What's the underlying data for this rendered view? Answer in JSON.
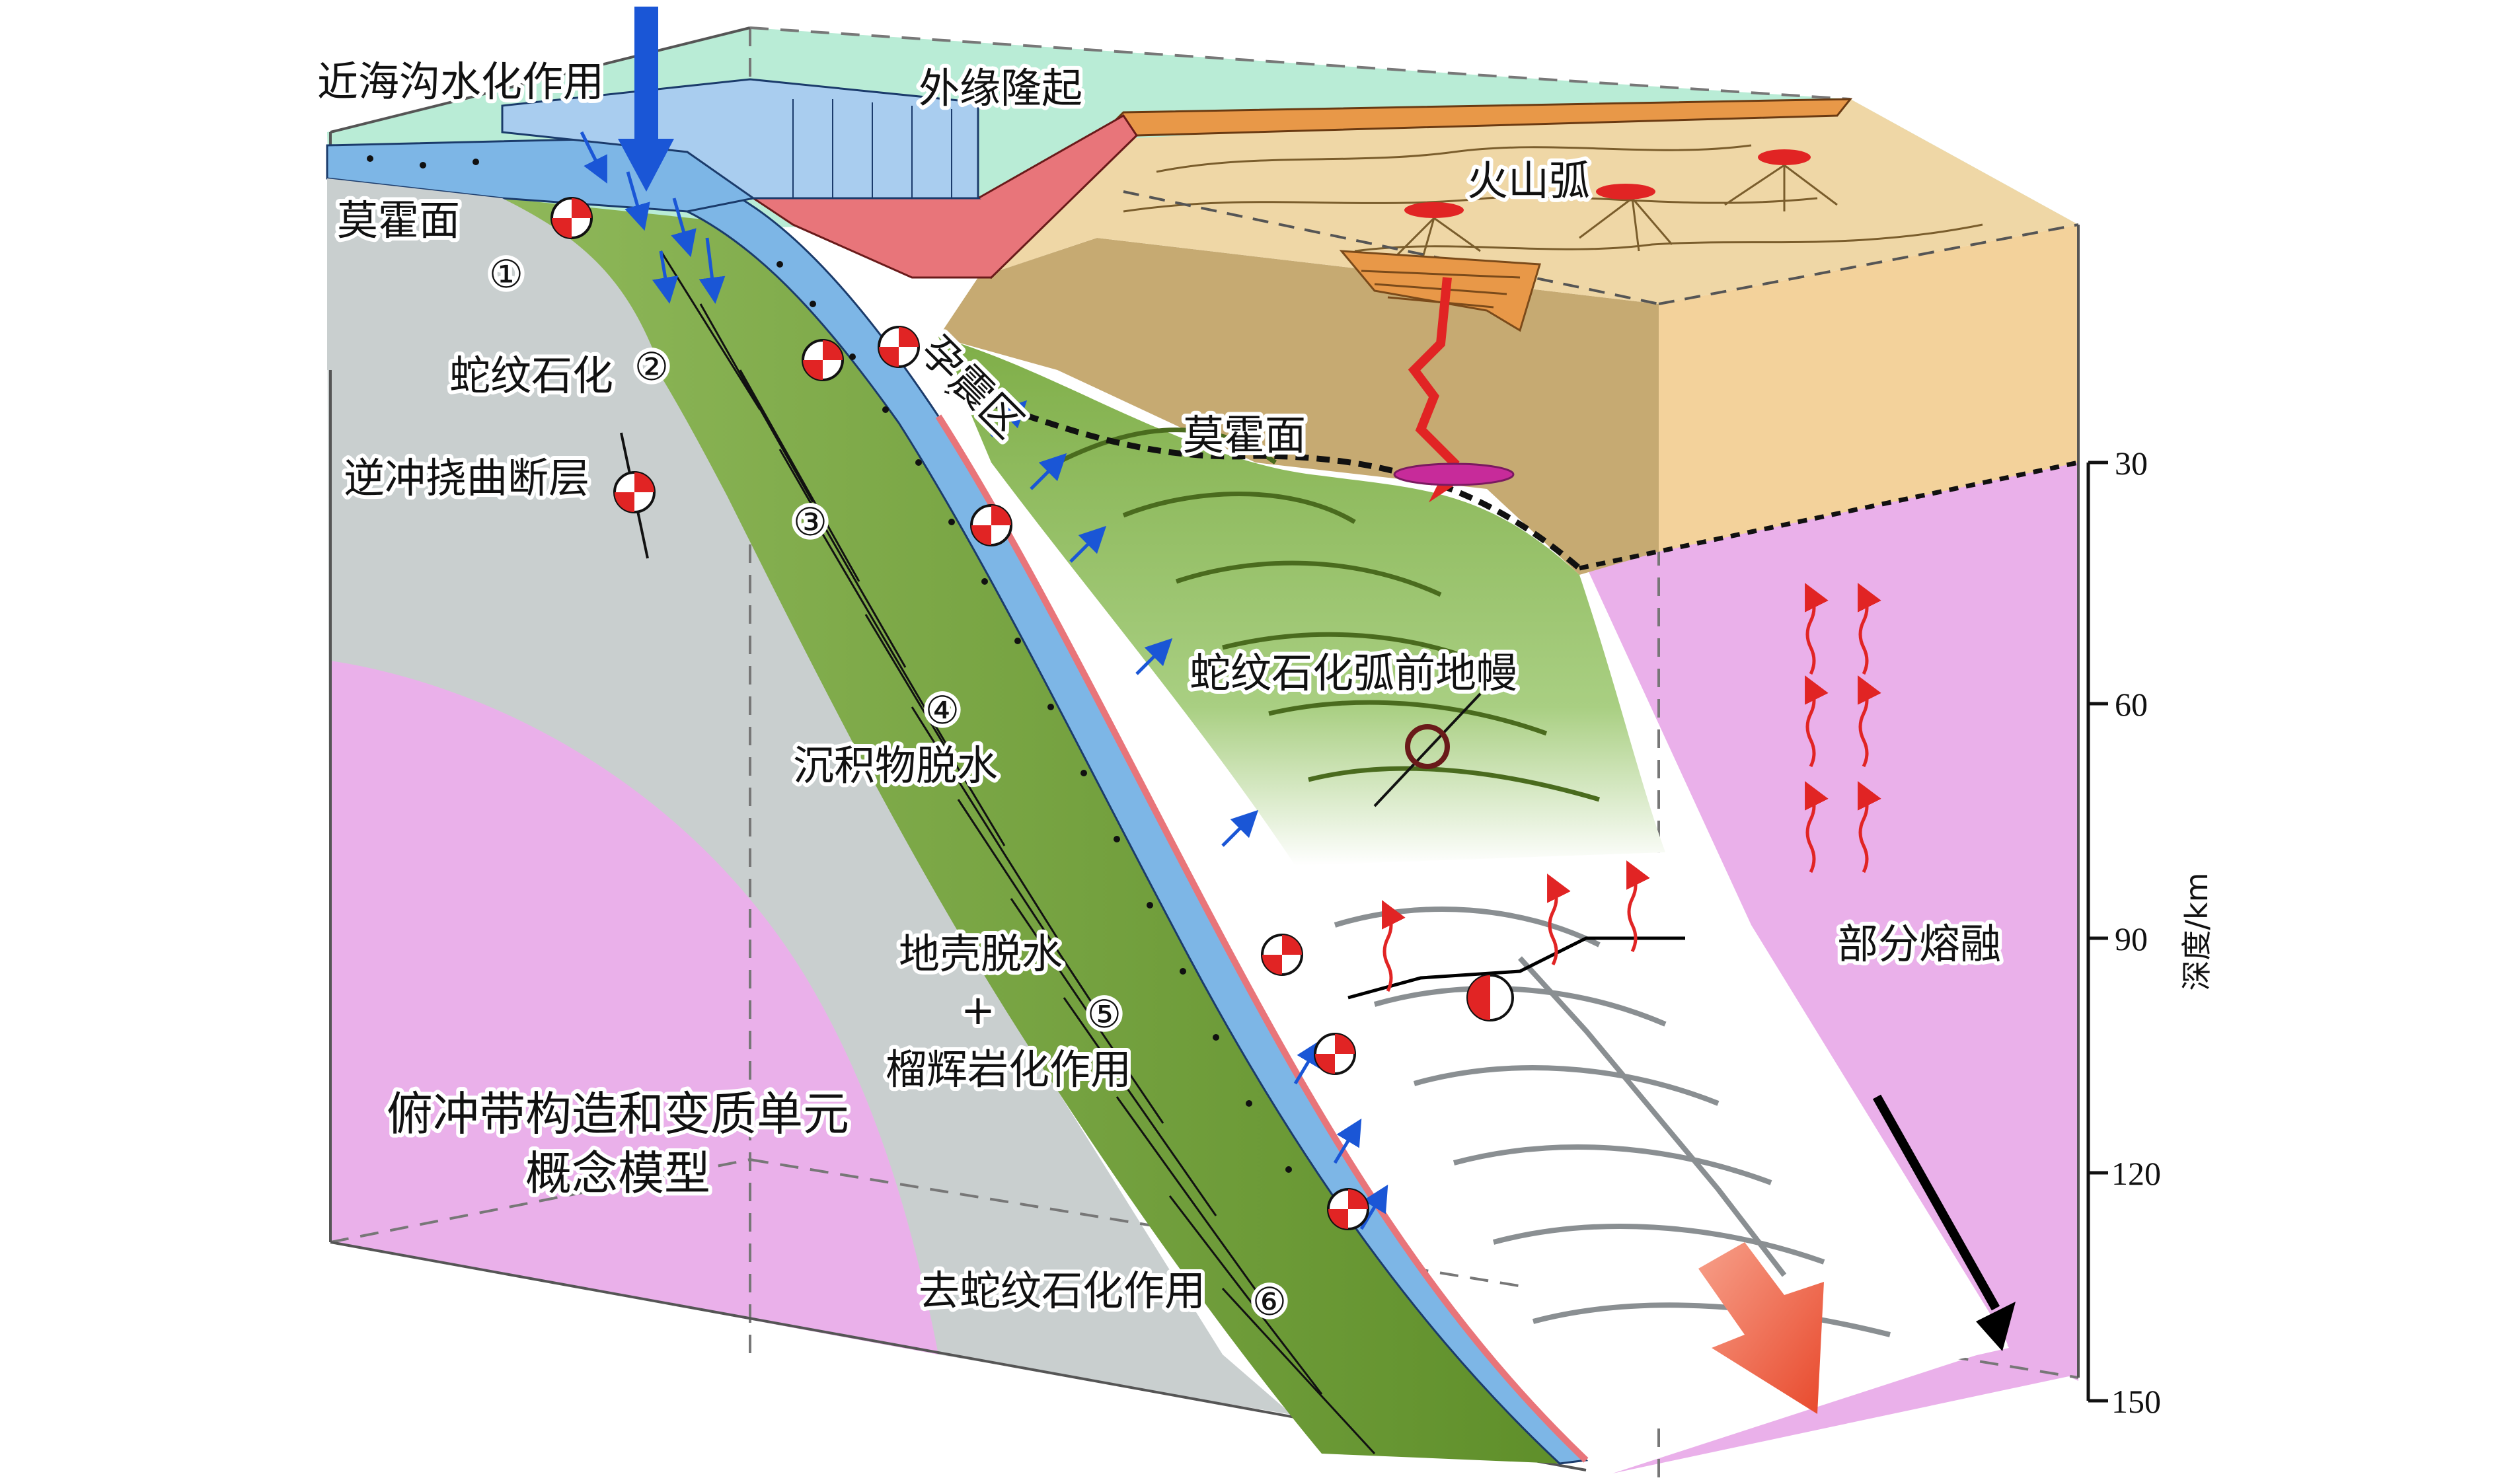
{
  "labels": {
    "trench_hydration": "近海沟水化作用",
    "outer_rise": "外缘隆起",
    "moho_left": "莫霍面",
    "serpentinization": "蛇纹石化",
    "thrust_fault": "逆冲挠曲断层",
    "seismogenic_zone": "孕震区",
    "volcanic_arc": "火山弧",
    "moho_right": "莫霍面",
    "forearc_mantle": "蛇纹石化弧前地幔",
    "sediment_dehydration": "沉积物脱水",
    "crust_dehydration": "地壳脱水",
    "plus_sign": "+",
    "eclogitization": "榴辉岩化作用",
    "deserpentinization": "去蛇纹石化作用",
    "partial_melting": "部分熔融",
    "title_line1": "俯冲带构造和变质单元",
    "title_line2": "概念模型"
  },
  "stage_numbers": [
    "①",
    "②",
    "③",
    "④",
    "⑤",
    "⑥"
  ],
  "depth_axis": {
    "title": "深度/km",
    "ticks": [
      "30",
      "60",
      "90",
      "120",
      "150"
    ]
  },
  "colors": {
    "ocean_water": "#b9ecd6",
    "oceanic_crust": "#7db6e6",
    "slab_mantle": "#c9cfcf",
    "asthenosphere": "#eab0ea",
    "forearc_mantle": "#8db85a",
    "continental_crust": "#f3d29b",
    "arc_surface": "#c6aa72",
    "seismogenic": "#e8757a",
    "flow_arrow": "#1a56d6",
    "melt": "#e12424"
  }
}
